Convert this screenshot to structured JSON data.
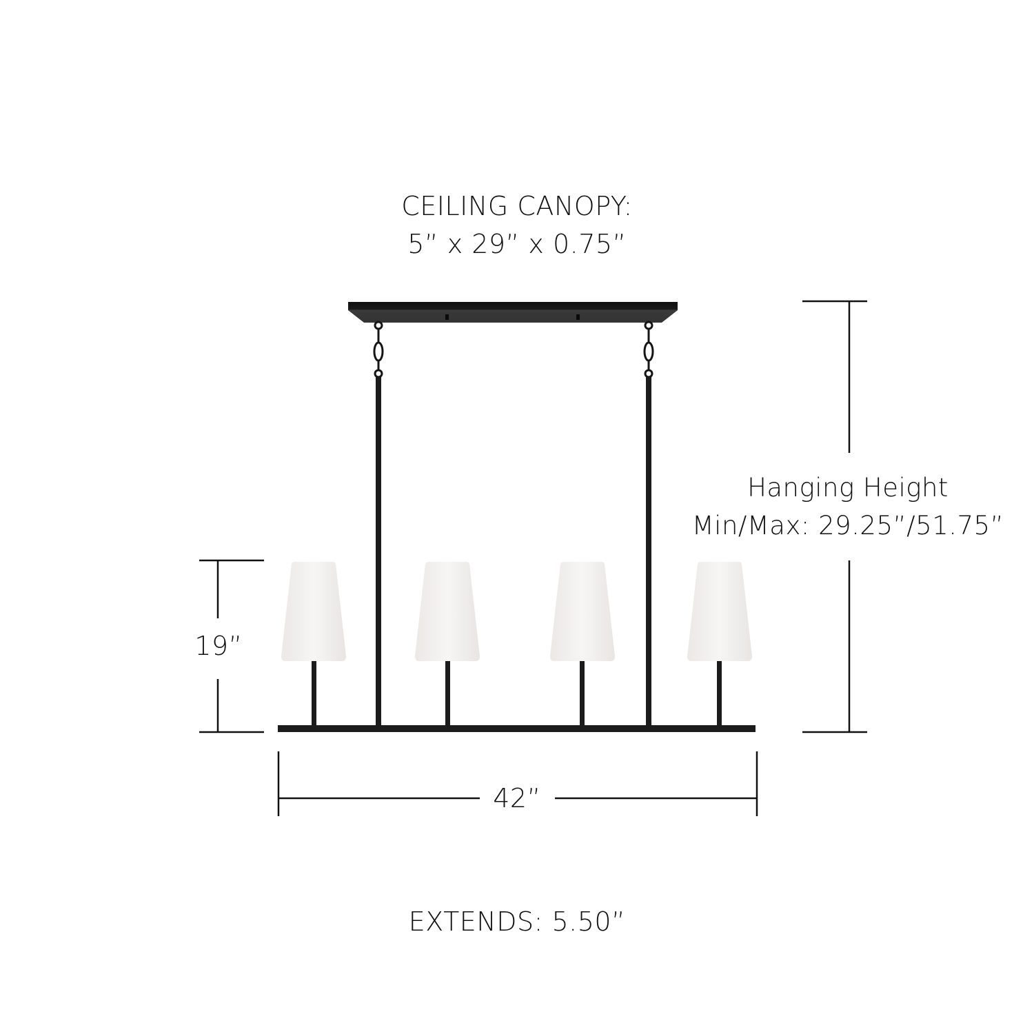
{
  "canopy": {
    "title": "CEILING CANOPY:",
    "dimensions": "5” x  29” x 0.75”"
  },
  "hanging_height": {
    "title": "Hanging Height",
    "value": "Min/Max: 29.25”/51.75”"
  },
  "fixture_height": {
    "value": "19”"
  },
  "fixture_width": {
    "value": "42”"
  },
  "extends": {
    "value": "EXTENDS: 5.50”"
  },
  "fixture": {
    "lights": 4,
    "finish_color": "#1c1c1c",
    "shade_color": "#f4f2f1",
    "dimension_line_color": "#111111"
  }
}
